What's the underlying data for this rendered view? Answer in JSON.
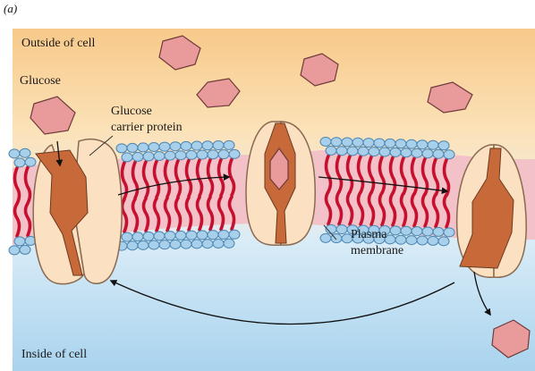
{
  "figure": {
    "panel_label": "(a)",
    "labels": {
      "outside": "Outside of cell",
      "glucose": "Glucose",
      "carrier_line1": "Glucose",
      "carrier_line2": "carrier protein",
      "membrane_line1": "Plasma",
      "membrane_line2": "membrane",
      "inside": "Inside of cell"
    },
    "colors": {
      "outside_top": "#f8c98a",
      "outside_mid": "#fbe2b8",
      "inside_bottom": "#a9d3ee",
      "inside_mid": "#d9ecf7",
      "lipid_head": "#a9d0ea",
      "lipid_head_stroke": "#4d87b3",
      "lipid_tail": "#c8102e",
      "membrane_core": "#f2c2c8",
      "protein": "#fbe0c2",
      "protein_stroke": "#8a6a50",
      "channel": "#c8693a",
      "glucose": "#e99a9a",
      "glucose_stroke": "#6e3a3a"
    }
  }
}
